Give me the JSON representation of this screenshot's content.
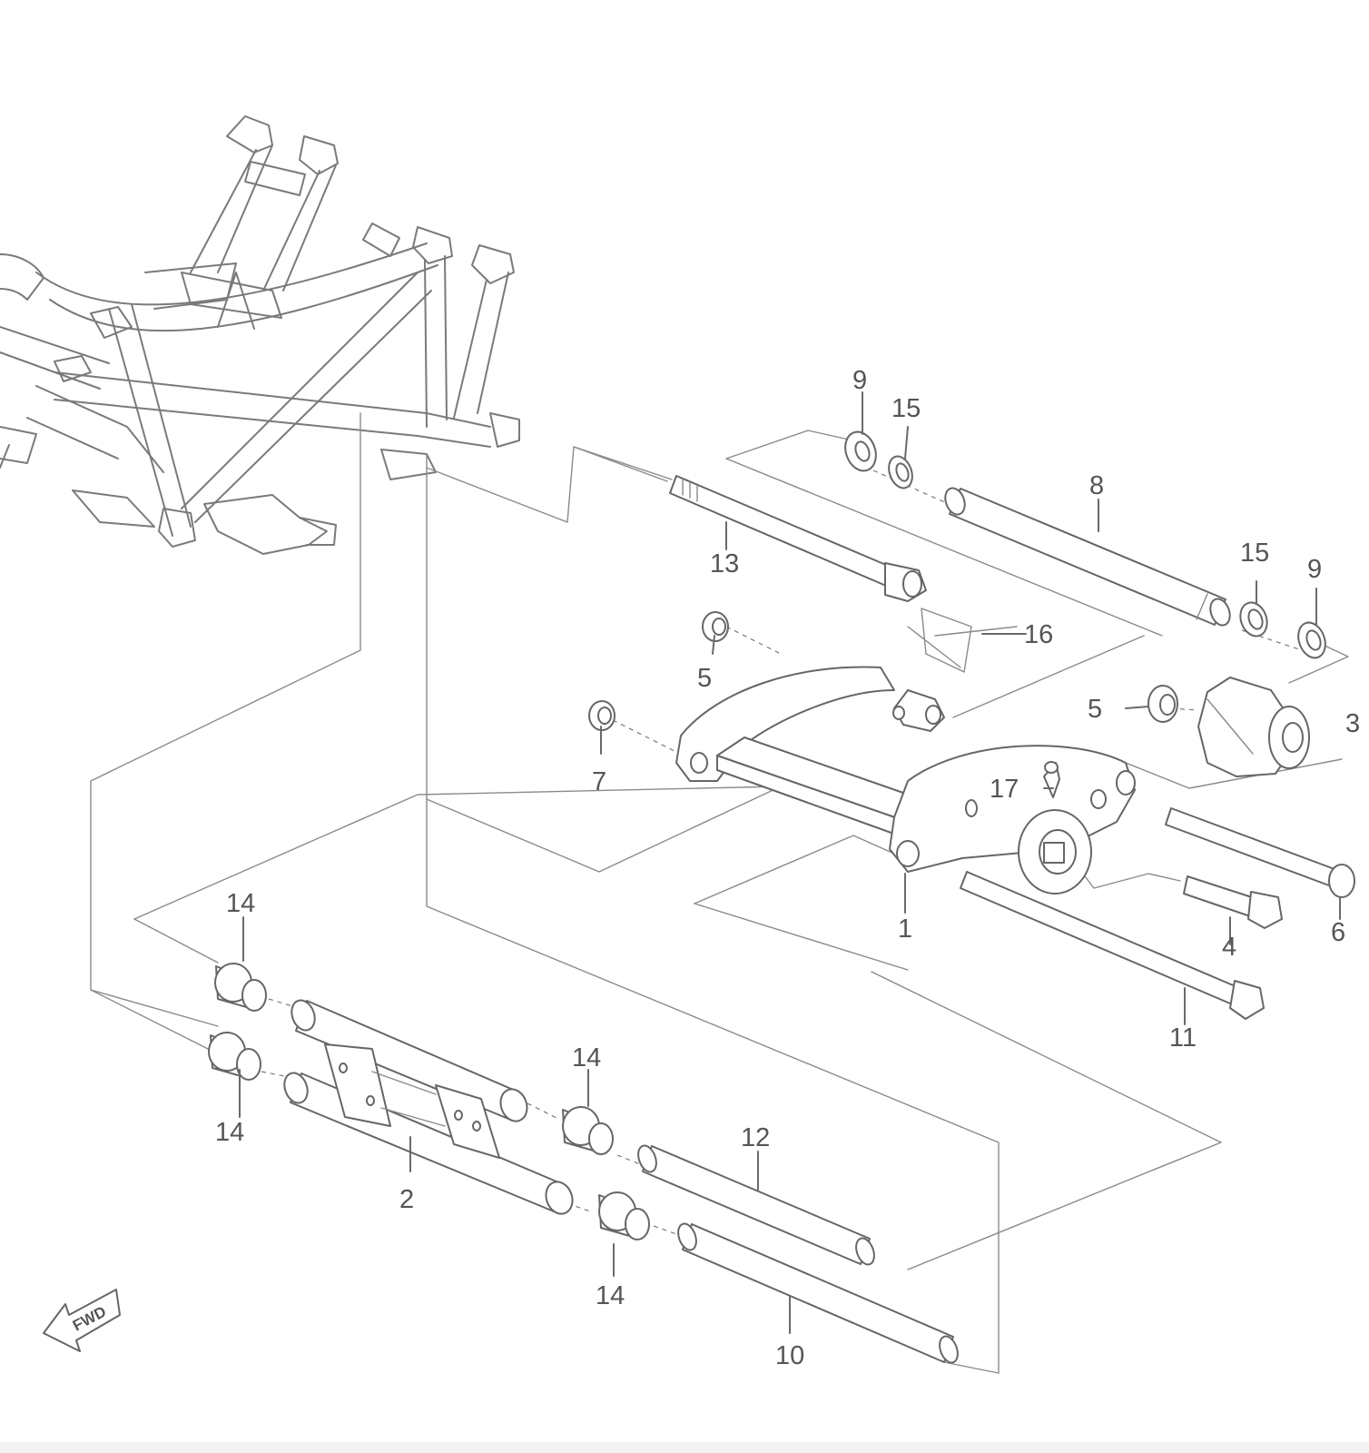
{
  "callouts": {
    "c1": "1",
    "c2": "2",
    "c3": "3",
    "c4": "4",
    "c5a": "5",
    "c5b": "5",
    "c6": "6",
    "c7": "7",
    "c8": "8",
    "c9a": "9",
    "c9b": "9",
    "c10": "10",
    "c11": "11",
    "c12": "12",
    "c13": "13",
    "c14a": "14",
    "c14b": "14",
    "c14c": "14",
    "c14d": "14",
    "c15a": "15",
    "c15b": "15",
    "c16": "16",
    "c17": "17"
  },
  "fwd_label": "FWD"
}
